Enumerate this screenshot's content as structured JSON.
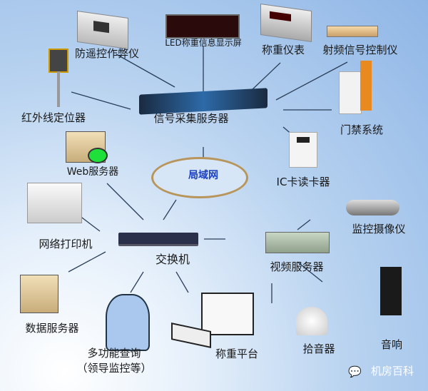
{
  "title": "称重管理系统网络拓扑",
  "nodes": {
    "anti_cheat": "防遥控作弊仪",
    "led": "LED称重信息显示屏",
    "scale_meter": "称重仪表",
    "rf": "射频信号控制仪",
    "infrared": "红外线定位器",
    "signal_server": "信号采集服务器",
    "access": "门禁系统",
    "web_server": "Web服务器",
    "lan": "局域网",
    "ic_reader": "IC卡读卡器",
    "printer": "网络打印机",
    "switch": "交换机",
    "camera": "监控摄像仪",
    "video_server": "视频服务器",
    "data_server": "数据服务器",
    "query": "多功能查询",
    "query_sub": "（领导监控等）",
    "platform": "称重平台",
    "mic": "拾音器",
    "speaker": "音响"
  },
  "watermark": "机房百科",
  "colors": {
    "line": "#2a3f5a",
    "lan_text": "#1a3fc0"
  }
}
